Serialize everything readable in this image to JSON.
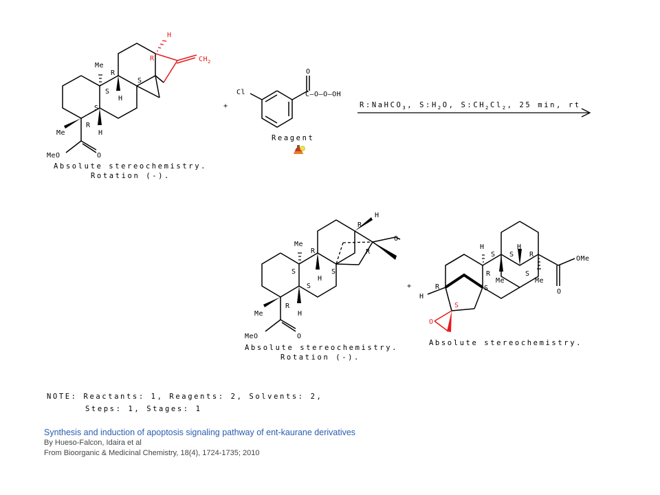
{
  "reactant": {
    "labels": {
      "me_top": "Me",
      "me_left": "Me",
      "h_bottom": "H",
      "h_mid": "H",
      "h_top": "H",
      "ch2": "CH",
      "ch2_sub": "2",
      "meo": "MeO",
      "o": "O",
      "r1": "R",
      "r2": "R",
      "r3": "R",
      "s1": "S",
      "s2": "S",
      "s3": "S"
    },
    "stereo_line1": "Absolute stereochemistry.",
    "stereo_line2": "Rotation (-)."
  },
  "plus1": "+",
  "reagent": {
    "labels": {
      "cl": "Cl",
      "o_top": "O",
      "chain": "C—O—O—OH"
    },
    "caption": "Reagent"
  },
  "conditions": {
    "parts": [
      "R:NaHCO",
      "3",
      ", S:H",
      "2",
      "O, S:CH",
      "2",
      "Cl",
      "2",
      ", 25 min, rt"
    ]
  },
  "product1": {
    "labels": {
      "me_top": "Me",
      "me_left": "Me",
      "h_top": "H",
      "h_mid": "H",
      "h_bottom": "H",
      "meo": "MeO",
      "o": "O",
      "o_epox": "O",
      "r1": "R",
      "r2": "R",
      "r3": "R",
      "r4": "R",
      "s1": "S",
      "s2": "S",
      "s3": "S"
    },
    "stereo_line1": "Absolute stereochemistry.",
    "stereo_line2": "Rotation (-)."
  },
  "plus2": "+",
  "product2": {
    "labels": {
      "h1": "H",
      "h2": "H",
      "h3": "H",
      "ome": "OMe",
      "o": "O",
      "o_epox": "O",
      "me1": "Me",
      "me2": "Me",
      "s1": "S",
      "s2": "S",
      "s3": "S",
      "s4": "S",
      "s5": "S",
      "r1": "R",
      "r2": "R",
      "r3": "R"
    },
    "stereo_line1": "Absolute stereochemistry."
  },
  "note": {
    "line1": "NOTE: Reactants: 1, Reagents: 2, Solvents: 2,",
    "line2": "Steps: 1, Stages: 1"
  },
  "citation": {
    "title": "Synthesis and induction of apoptosis signaling pathway of ent-kaurane derivatives",
    "authors": "By Hueso-Falcon, Idaira et al",
    "source": "From Bioorganic & Medicinal Chemistry, 18(4), 1724-1735; 2010"
  },
  "colors": {
    "highlight": "#e41a1c",
    "link": "#2a5db0",
    "ink": "#000000"
  },
  "icons": [
    "flask-icon"
  ]
}
